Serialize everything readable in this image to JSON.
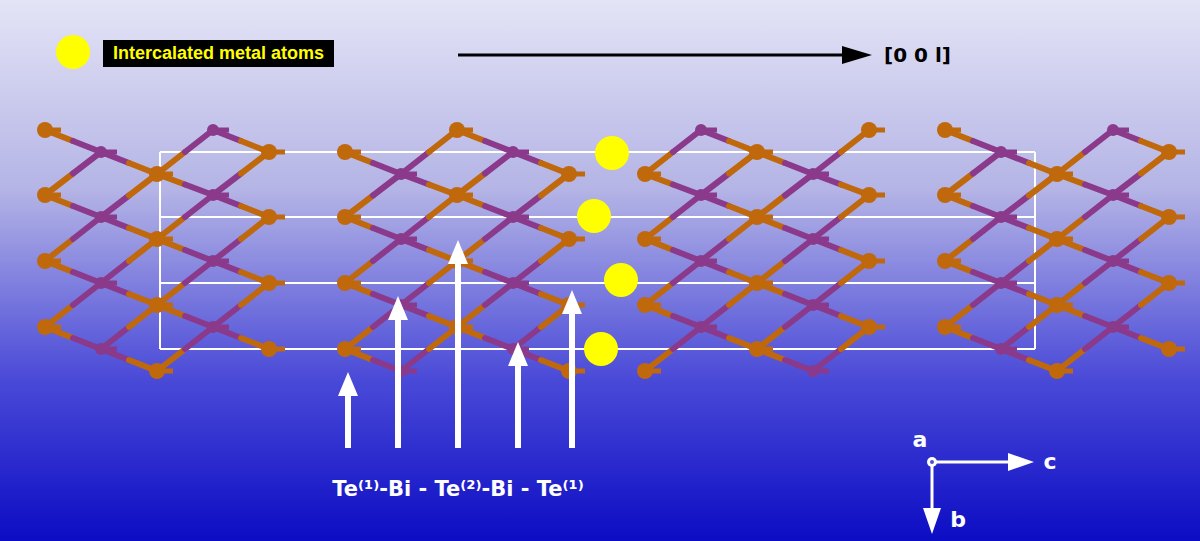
{
  "diagram": {
    "labels": [
      "[0 0 l]",
      "Te⁽¹⁾-Bi - Te⁽²⁾-Bi - Te⁽¹⁾",
      "a",
      "c",
      "b"
    ],
    "legend": [
      {
        "text": "Intercalated metal atoms",
        "color": "#ffff00"
      }
    ]
  }
}
